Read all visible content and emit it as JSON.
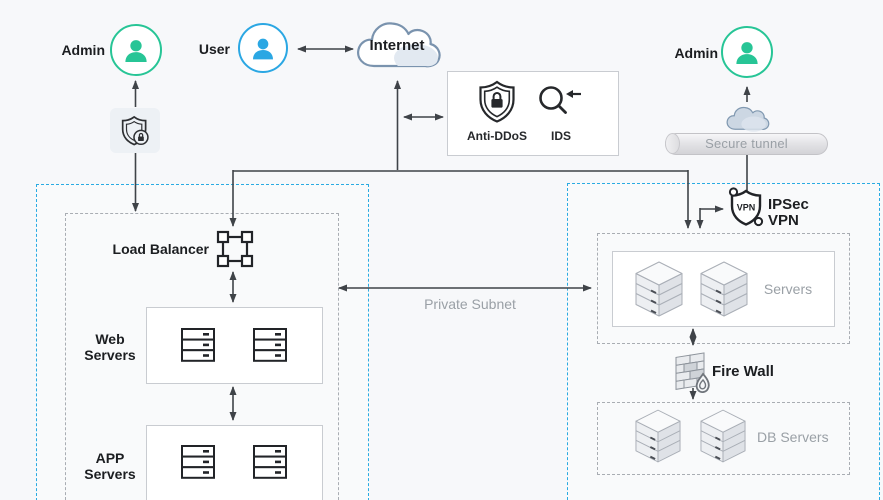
{
  "colors": {
    "accent_green": "#27c596",
    "accent_blue": "#2ba7e3",
    "line": "#3f4348",
    "dashed_blue": "#2aabe2",
    "dashed_gray": "#a9adb3",
    "muted_text": "#9aa0a6"
  },
  "nodes": {
    "admin_left": {
      "label": "Admin"
    },
    "user": {
      "label": "User"
    },
    "internet": {
      "label": "Internet"
    },
    "security_appliances": {
      "anti_ddos_label": "Anti-DDoS",
      "ids_label": "IDS"
    },
    "admin_right": {
      "label": "Admin"
    },
    "secure_tunnel": {
      "label": "Secure tunnel"
    },
    "ipsec_vpn": {
      "icon_text": "VPN",
      "label_line1": "IPSec",
      "label_line2": "VPN"
    },
    "load_balancer": {
      "label": "Load Balancer"
    },
    "web_servers": {
      "label_line1": "Web",
      "label_line2": "Servers"
    },
    "app_servers": {
      "label_line1": "APP",
      "label_line2": "Servers"
    },
    "private_subnet": {
      "label": "Private Subnet"
    },
    "servers": {
      "label": "Servers"
    },
    "firewall": {
      "label": "Fire Wall"
    },
    "db_servers": {
      "label": "DB Servers"
    }
  }
}
